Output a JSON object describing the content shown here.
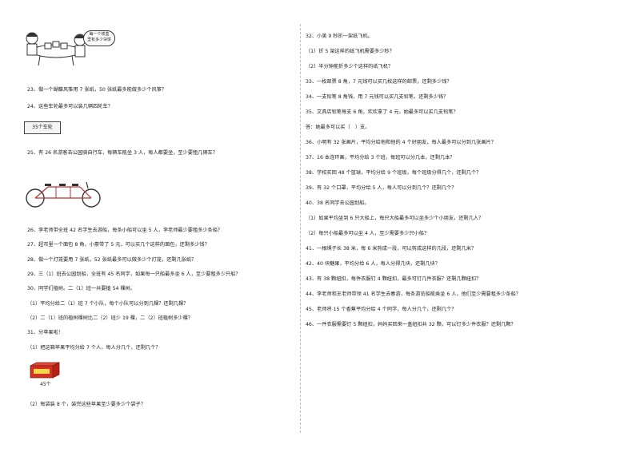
{
  "left": {
    "bubble_text": "每一个铁盒\n里有多少块饼",
    "box_label": "35个车轮",
    "apple_count": "45个",
    "lines": [
      "23、做一个蝴蝶风筝用 7 张纸，50 张纸最多能做多少个风筝？",
      "24、这些车轮最多可以装几辆四轮车？",
      "25、有 26 名游客去公园骑自行车，每辆车能坐 3 人，每人都要坐，至少要租几辆车？",
      "26、李老师带全班 42 名学生去游船，每条小船可以坐 5 人，李老师最少要租多少条船？",
      "27、超市里一个面包 8 角，小豪带了 5 元，可以买几个这样的面包，还剩多少钱？",
      "28、做一个灯笼要用 7 张纸，52 张纸最多可以做多少个灯笼，还剩几张纸？",
      "29、三（1）班去公园划船，全班有 45 名同学，如果每一只船最多坐 6 人，至少要租多少只船？",
      "30、同学们植树。二（1）班一共要植 54 棵树。",
      "（1）平均分给二（1）班 7 个小队，每个小队可以分到几棵？还剩几棵？",
      "（2）二（1）班的植树棵树比二（2）班少 19 棵，二（2）班植树多少棵？",
      "31、分苹果啦！",
      "（1）把这箱苹果平均分给 7 个人，每人分几个，还剩几个？",
      "（2）每袋装 8 个，装完这些苹果至少要多少个袋子？"
    ]
  },
  "right": {
    "lines": [
      "32、小美 9 秒折一架纸飞机。",
      "（1）折 5 架这样的纸飞机需要多少秒？",
      "（2）半分钟能折多少个这样的纸飞机？",
      "33、一枚邮票 8 角，7 元钱可以买几枚这样的邮票，还剩多少钱？",
      "34、一支铅笔 8 角钱，用 7 元钱可以买几支铅笔，还剩多少钱？",
      "35、文具店铅笔每支 6 角，欢欢拿了 4 元，她最多可以买几支铅笔？",
      "答：她最多可以买（　）支。",
      "36、小明有 32 张画片，平均分给他和他的 4 个好朋友，每人最多可以分到几张画片？",
      "37、16 本连环画，平均分给 3 个班，每班可以分几本，还剩几本？",
      "38、学校买回 48 个篮球，平均分给 9 个班级，每个班级分得几个，还剩几个？",
      "39、有 32 个口罩，平均分给 5 人，每人可以分到几个？还剩几个？",
      "40、38 名同学去公园划船。",
      "（1）如果平均坐到 6 只大船上，每只大船最多可以坐多少个小朋友，还剩几人？",
      "（2）每只小船最多可以坐 4 人，至少需要多少只小船？",
      "41、一根绳子长 38 米，每 6 米剪成一段，可以剪成这样的几段，还剩几米？",
      "42、40 块糖果，平均分给 6 人，每人分得几块，还剩几块？",
      "43、有 38 颗纽扣，每件衣服钉 4 颗纽扣，最多可钉几件衣服？还剩几颗纽扣？",
      "44、李老师和王老师带领 41 名学生去春游，每条游览船能乘坐 6 人，他们至少需要租多少条船？",
      "45、老师将 15 个香蕉平均分给 4 个同学，每人分几个，还剩几个？",
      "46、一件衣服需要钉 5 颗纽扣，妈妈买回来一盒纽扣共 32 颗，可以钉多少件衣服？还剩几颗？"
    ]
  }
}
